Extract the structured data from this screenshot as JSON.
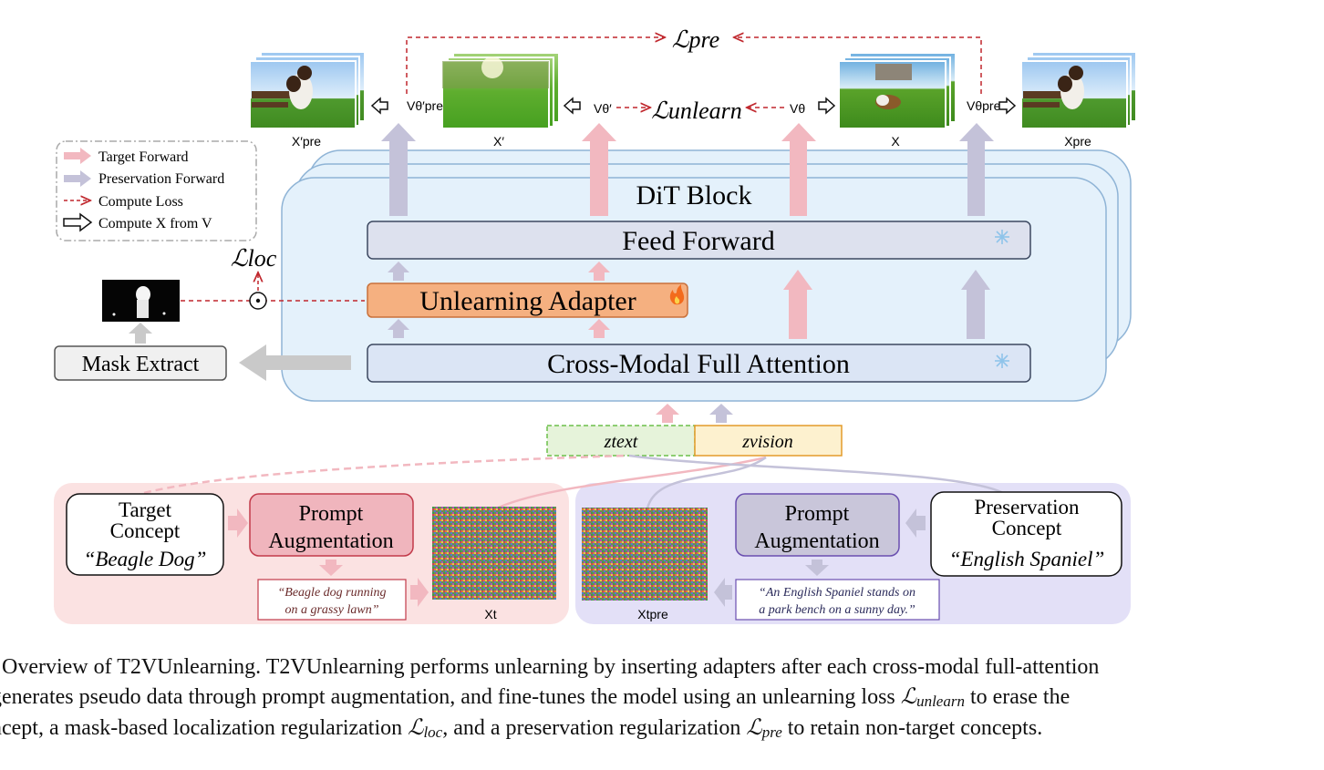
{
  "images": {
    "xpre_left": "X′pre",
    "xprime": "X′",
    "x": "X",
    "xpre_right": "Xpre",
    "xt": "Xt",
    "xt_pre": "Xtpre"
  },
  "velocities": {
    "v_theta_prime_pre": "Vθ′pre",
    "v_theta_prime": "Vθ′",
    "v_theta": "Vθ",
    "v_theta_pre": "Vθpre"
  },
  "losses": {
    "pre": "ℒpre",
    "unlearn": "ℒunlearn",
    "loc": "ℒloc"
  },
  "legend": {
    "target_forward": "Target Forward",
    "preservation_forward": "Preservation Forward",
    "compute_loss": "Compute Loss",
    "compute_x_from_v": "Compute X  from V"
  },
  "blocks": {
    "dit": "DiT Block",
    "feed_forward": "Feed Forward",
    "adapter": "Unlearning Adapter",
    "attention": "Cross-Modal Full Attention",
    "mask_extract": "Mask Extract",
    "odot": "⊙"
  },
  "tokens": {
    "z_text": "ztext",
    "z_vision": "zvision"
  },
  "target_side": {
    "concept_line1": "Target",
    "concept_line2": "Concept",
    "concept_name": "“Beagle Dog”",
    "prompt_aug_line1": "Prompt",
    "prompt_aug_line2": "Augmentation",
    "augmented_prompt_line1": "“Beagle dog running",
    "augmented_prompt_line2": "on a grassy lawn”"
  },
  "preserve_side": {
    "concept_line1": "Preservation",
    "concept_line2": "Concept",
    "concept_name": "“English Spaniel”",
    "prompt_aug_line1": "Prompt",
    "prompt_aug_line2": "Augmentation",
    "augmented_prompt_line1": "“An English Spaniel stands on",
    "augmented_prompt_line2": "a park bench on a sunny day.”"
  },
  "caption": {
    "line1": ". Overview of T2VUnlearning. T2VUnlearning performs unlearning by inserting adapters after each cross-modal full-attention",
    "line2a": " generates pseudo data through prompt augmentation, and fine-tunes the model using an unlearning loss ",
    "line2_loss": "ℒ",
    "line2_sub": "unlearn",
    "line2b": " to erase the",
    "line3a": "ncept, a mask-based localization regularization ",
    "line3_loss1": "ℒ",
    "line3_sub1": "loc",
    "line3b": ", and a preservation regularization ",
    "line3_loss2": "ℒ",
    "line3_sub2": "pre",
    "line3c": " to retain non-target concepts."
  },
  "colors": {
    "target_arrow": "#f2b8c0",
    "preserve_arrow": "#c4c2d9",
    "loss_line": "#c0272d",
    "dit_fill": "#e4f1fb",
    "dit_stroke": "#8fb4d6",
    "adapter_fill": "#f5b080",
    "attention_fill": "#dbe5f5",
    "target_panel": "#fbe2e2",
    "preserve_panel": "#e3e0f7"
  }
}
